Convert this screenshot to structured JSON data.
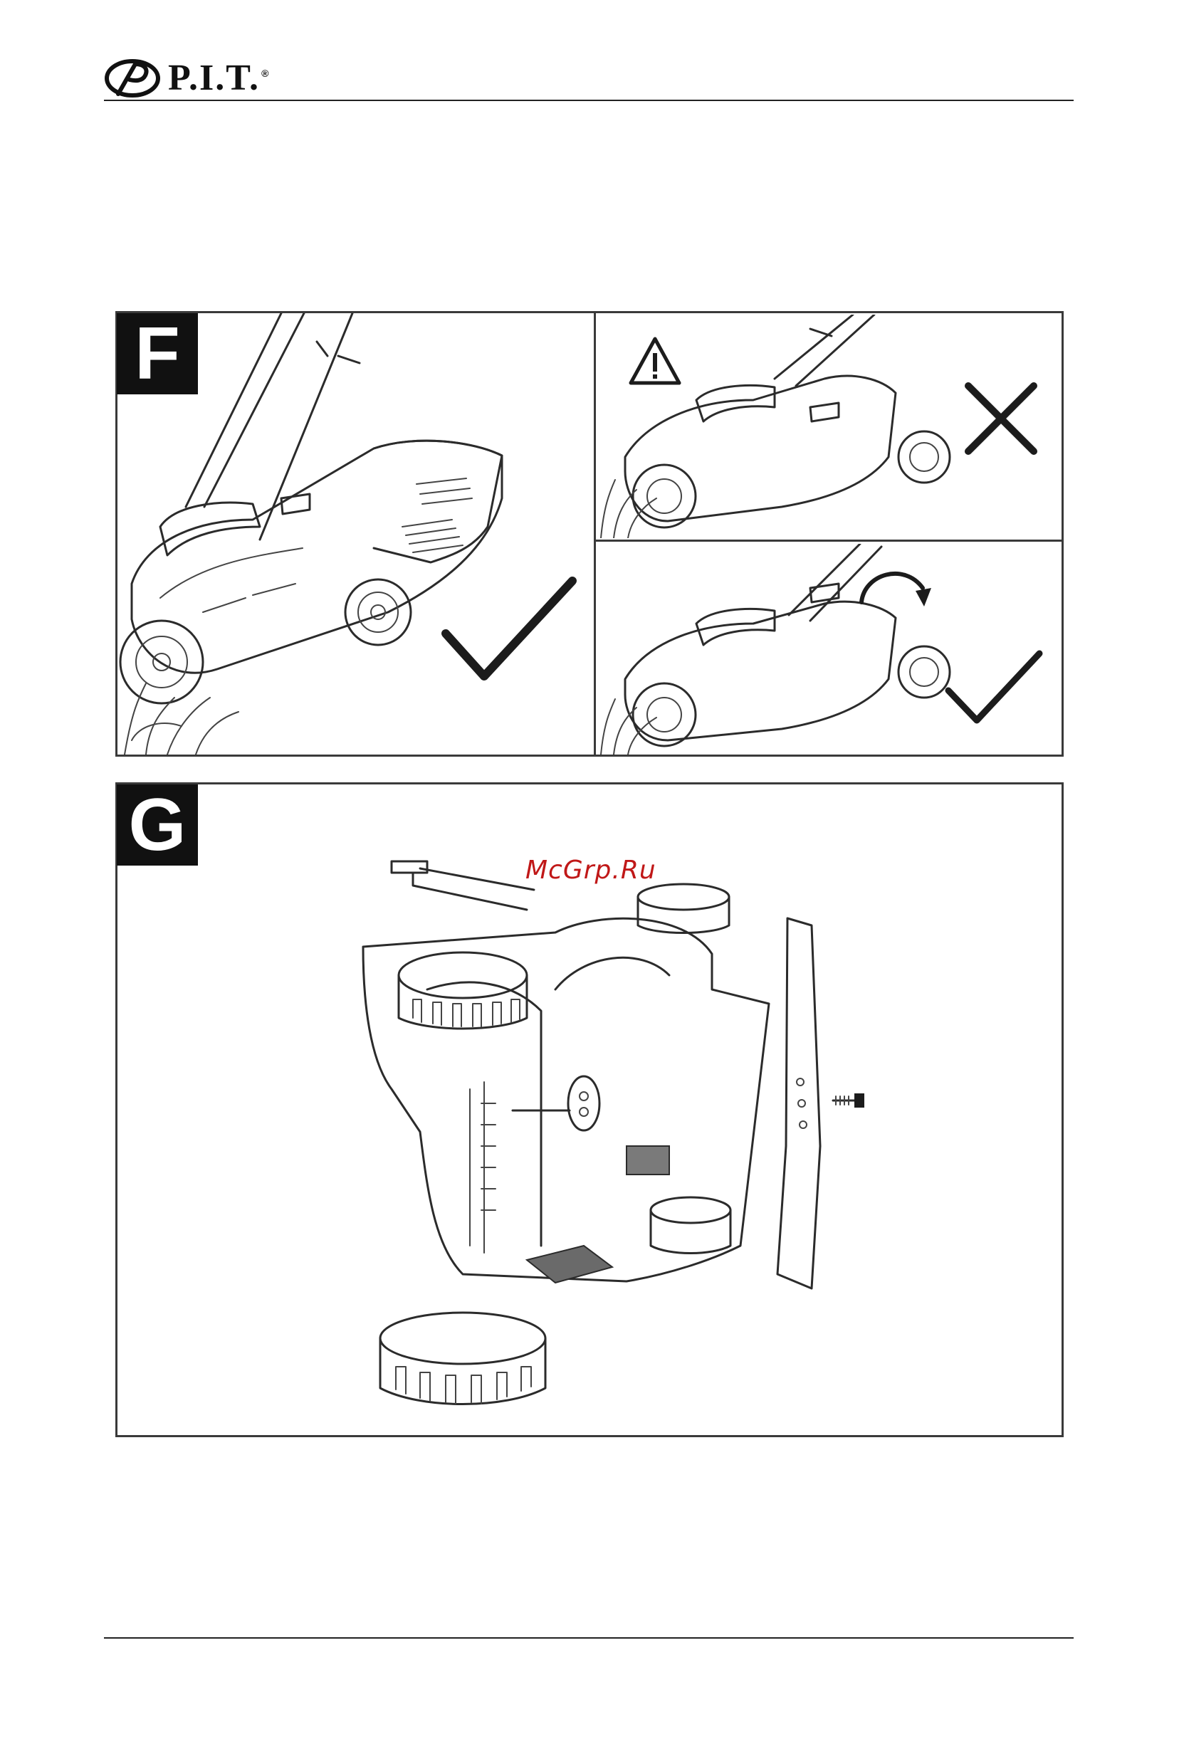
{
  "header": {
    "brand": "P.I.T.",
    "reg_mark": "®"
  },
  "panels": {
    "f": {
      "letter": "F"
    },
    "g": {
      "letter": "G"
    }
  },
  "watermark": "McGrp.Ru",
  "icons": {
    "logo": "pit-logo-icon",
    "warning": "warning-triangle-icon",
    "correct": "checkmark-icon",
    "wrong": "cross-icon",
    "rotate": "rotate-arrow-icon"
  },
  "colors": {
    "ink": "#1a1a1a",
    "watermark": "#c01818",
    "frame": "#3a3a3a"
  }
}
